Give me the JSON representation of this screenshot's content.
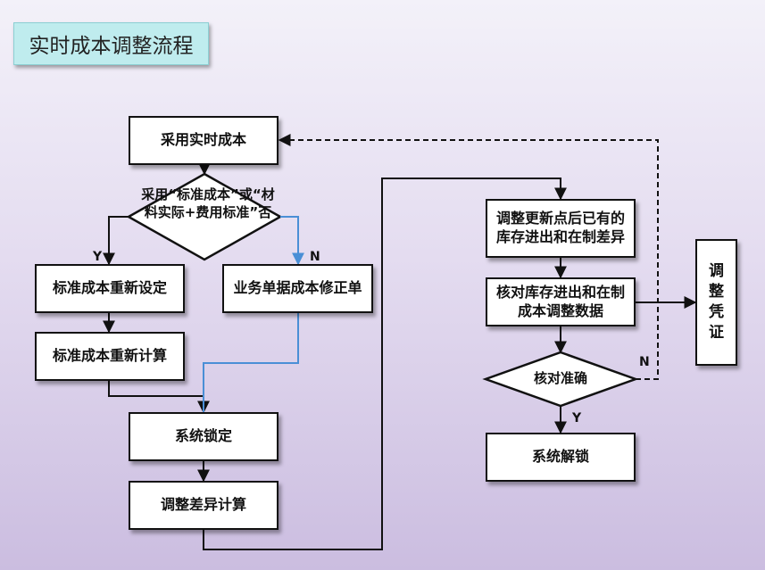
{
  "title": "实时成本调整流程",
  "nodes": {
    "adopt_realtime": "采用实时成本",
    "decision_standard": "采用“标准成本”或“材料实际+费用标准”否",
    "std_reset": "标准成本重新设定",
    "doc_correction": "业务单据成本修正单",
    "std_recalc": "标准成本重新计算",
    "system_lock": "系统锁定",
    "diff_calc": "调整差异计算",
    "inventory_diff": "调整更新点后已有的库存进出和在制差异",
    "verify_adjust": "核对库存进出和在制成本调整数据",
    "verify_ok": "核对准确",
    "system_unlock": "系统解锁",
    "voucher": "调整凭证"
  },
  "labels": {
    "yes1": "Y",
    "no1": "N",
    "no2": "N",
    "yes2": "Y"
  },
  "colors": {
    "blue_line": "#4a8fd6",
    "box_border": "#111111",
    "title_bg": "#bfecee"
  }
}
